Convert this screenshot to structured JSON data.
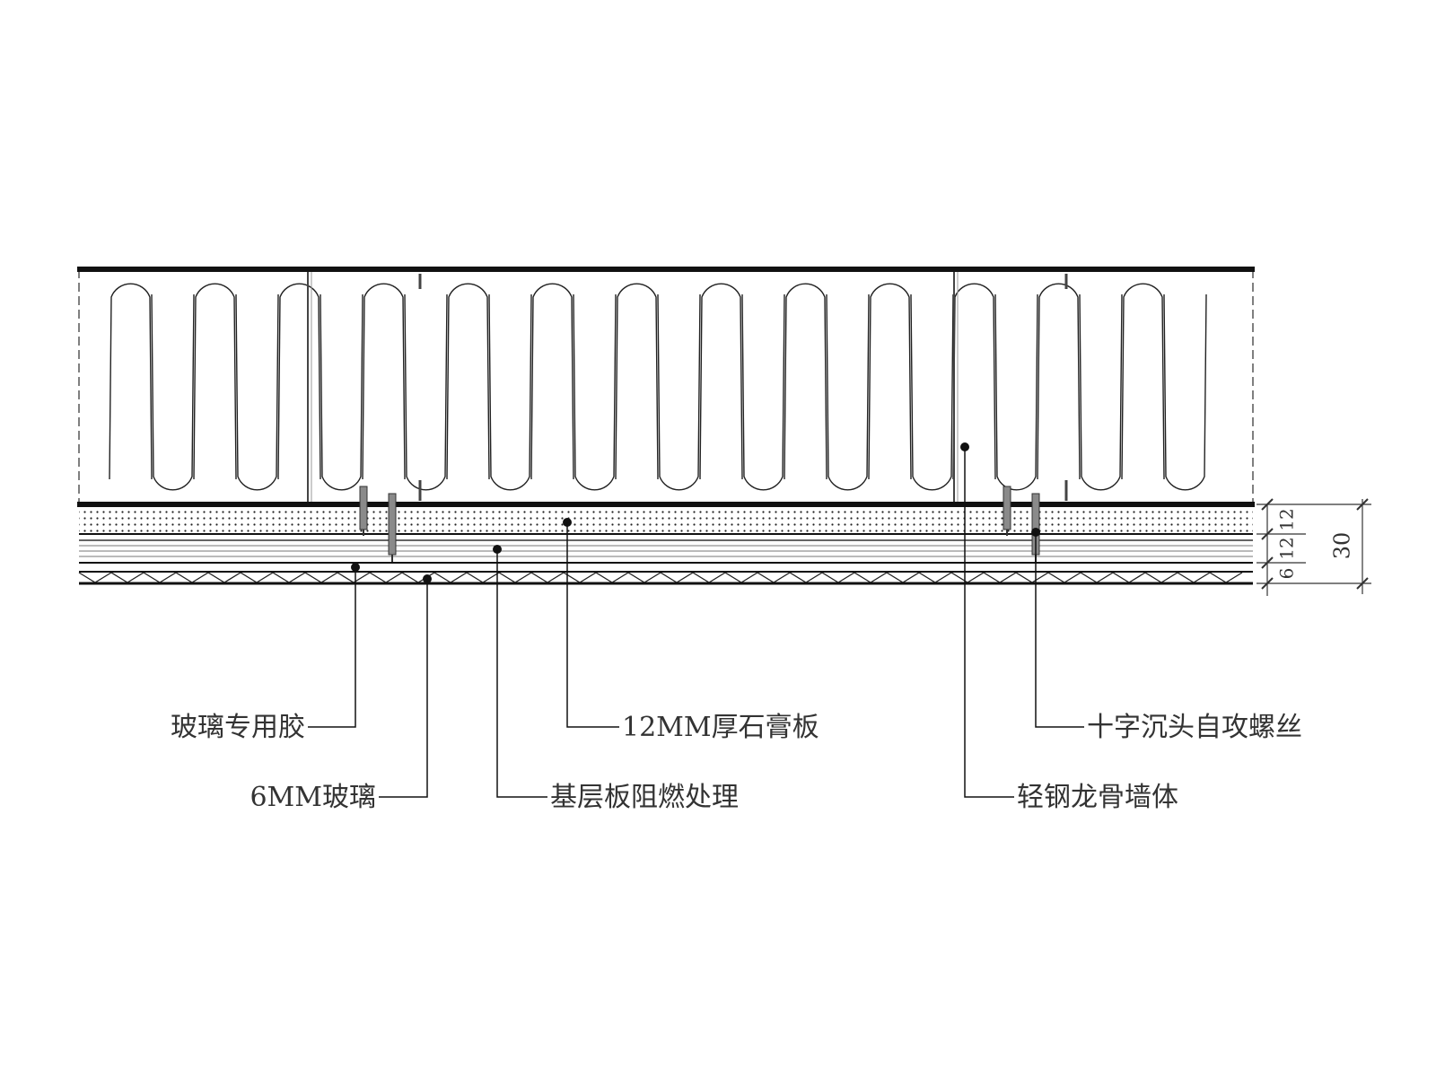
{
  "callouts": {
    "glass_adhesive": "玻璃专用胶",
    "glass_6mm": "6MM玻璃",
    "base_board": "基层板阻燃处理",
    "gypsum_12mm": "12MM厚石膏板",
    "light_steel_wall": "轻钢龙骨墙体",
    "screw": "十字沉头自攻螺丝"
  },
  "dimensions": {
    "layer_gypsum": "12",
    "layer_base": "12",
    "layer_glass": "6",
    "total": "30"
  }
}
